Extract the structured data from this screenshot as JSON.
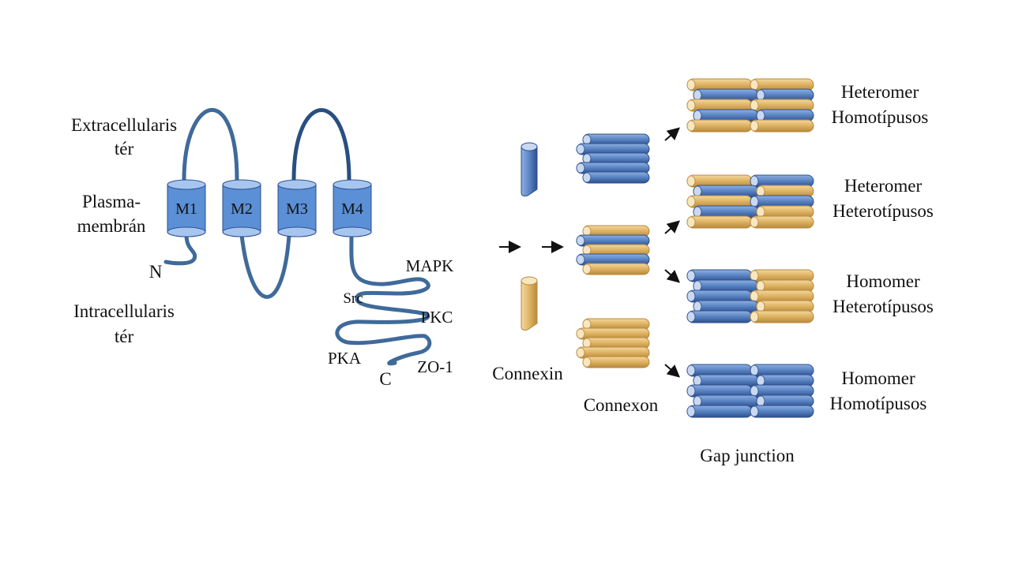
{
  "colors": {
    "blue": "#5b86c5",
    "blue_dark": "#2e4f8e",
    "blue_light": "#a9c3e6",
    "strand": "#3f6a9a",
    "strand_dark": "#284f80",
    "gold": "#e0b565",
    "gold_dark": "#b8893c",
    "gold_light": "#f6dfb0",
    "helix": "#5b8fd6",
    "helix_top": "#a7c6ef"
  },
  "membrane_diagram": {
    "extracellular_label": [
      "Extracellularis",
      "tér"
    ],
    "membrane_label": [
      "Plasma-",
      "membrán"
    ],
    "intracellular_label": [
      "Intracellularis",
      "tér"
    ],
    "helices": [
      "M1",
      "M2",
      "M3",
      "M4"
    ],
    "n_terminus": "N",
    "c_terminus": "C",
    "phospho_sites": [
      "MAPK",
      "Src",
      "PKC",
      "PKA",
      "ZO-1"
    ]
  },
  "assembly_diagram": {
    "connexin_label": "Connexin",
    "connexon_label": "Connexon",
    "gap_junction_label": "Gap junction",
    "junction_types": [
      {
        "line1": "Heteromer",
        "line2": "Homotípusos"
      },
      {
        "line1": "Heteromer",
        "line2": "Heterotípusos"
      },
      {
        "line1": "Homomer",
        "line2": "Heterotípusos"
      },
      {
        "line1": "Homomer",
        "line2": "Homotípusos"
      }
    ]
  }
}
